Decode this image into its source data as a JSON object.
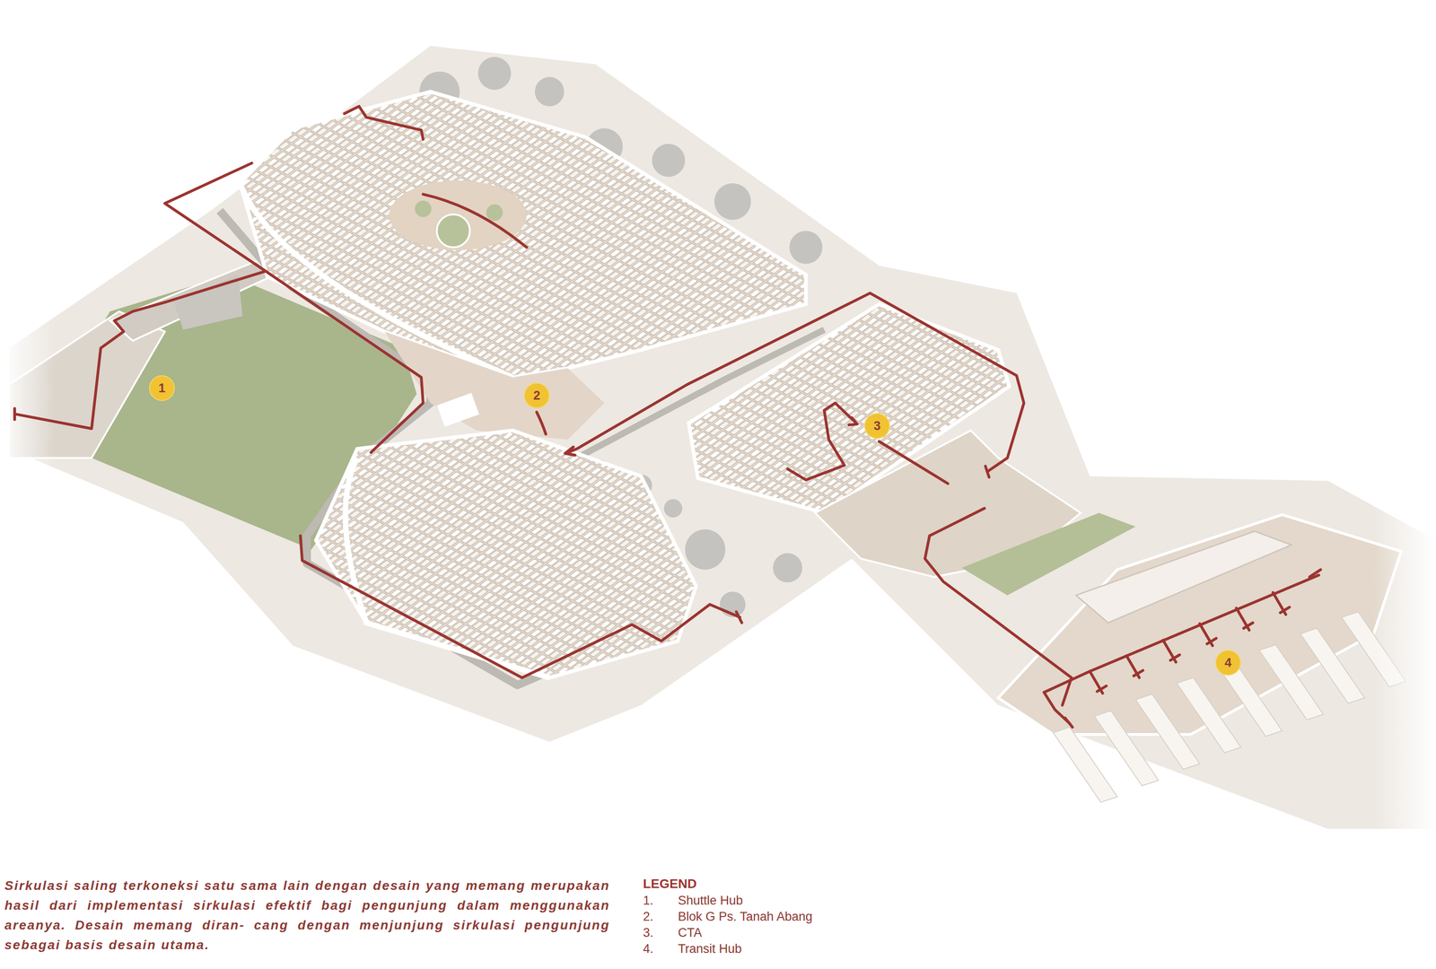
{
  "diagram": {
    "caption": "Sirkulasi saling terkoneksi satu sama lain dengan desain yang memang merupakan hasil dari implementasi sirkulasi efektif bagi pengunjung dalam menggunakan areanya. Desain memang diran- cang dengan menjunjung sirkulasi pengunjung sebagai basis desain utama.",
    "nodes": [
      {
        "text": [
          "1"
        ]
      },
      {
        "text": [
          "2"
        ]
      },
      {
        "text": [
          "3"
        ]
      },
      {
        "text": [
          "4"
        ]
      }
    ],
    "labels": [
      "LEGEND",
      "1.",
      "2.",
      "3.",
      "4."
    ],
    "legend": [
      {
        "text": "Shuttle Hub"
      },
      {
        "text": "Blok G Ps. Tanah Abang"
      },
      {
        "text": "CTA"
      },
      {
        "text": "Transit Hub"
      }
    ]
  }
}
